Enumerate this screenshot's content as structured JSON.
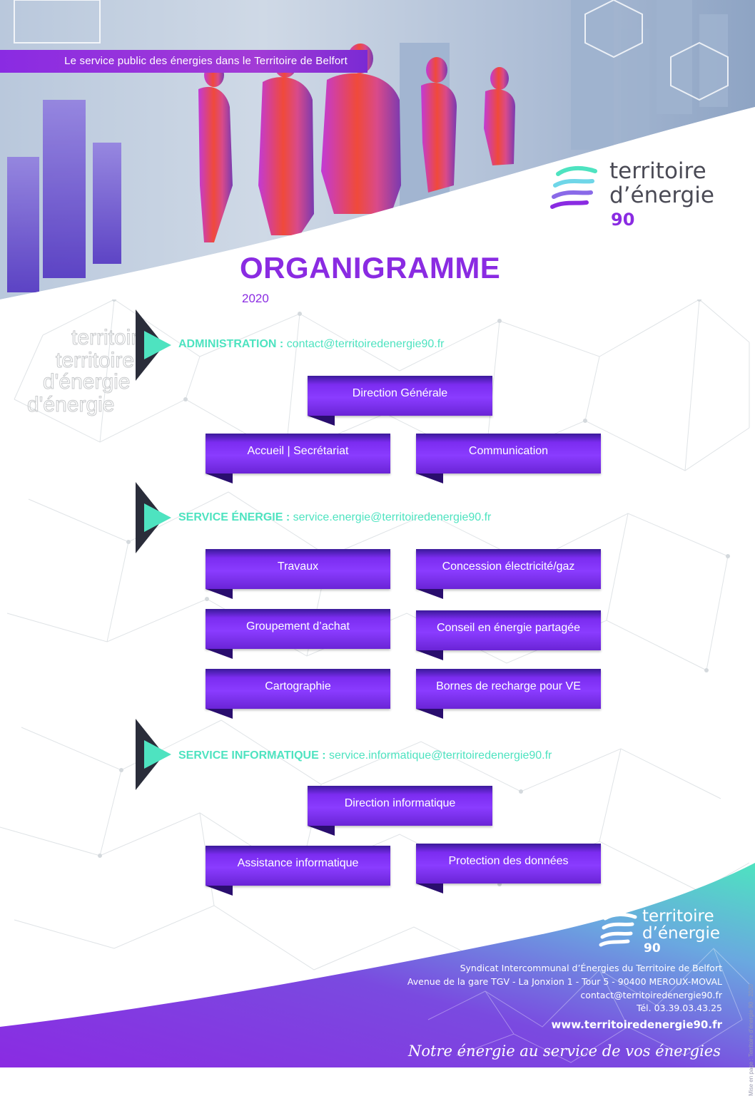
{
  "header": {
    "tagline": "Le service public des énergies dans le Territoire de Belfort"
  },
  "logo": {
    "line1": "territoire",
    "line2": "d’énergie",
    "line3": "90"
  },
  "title": "ORGANIGRAMME",
  "year": "2020",
  "sections": [
    {
      "label": "ADMINISTRATION :",
      "email": "contact@territoiredenergie90.fr",
      "boxes": [
        "Direction Générale",
        "Accueil | Secrétariat",
        "Communication"
      ]
    },
    {
      "label": "SERVICE ÉNERGIE :",
      "email": "service.energie@territoiredenergie90.fr",
      "boxes": [
        "Travaux",
        "Concession électricité/gaz",
        "Groupement d’achat",
        "Conseil en énergie partagée",
        "Cartographie",
        "Bornes de recharge pour VE"
      ]
    },
    {
      "label": "SERVICE INFORMATIQUE :",
      "email": "service.informatique@territoiredenergie90.fr",
      "boxes": [
        "Direction informatique",
        "Assistance informatique",
        "Protection des données"
      ]
    }
  ],
  "footer": {
    "logo_line1": "territoire",
    "logo_line2": "d’énergie",
    "logo_line3": "90",
    "org_name": "Syndicat Intercommunal d’Énergies du Territoire de Belfort",
    "address": "Avenue de la gare TGV - La Jonxion 1 - Tour 5 - 90400 MEROUX-MOVAL",
    "email": "contact@territoiredenergie90.fr",
    "phone": "Tél. 03.39.03.43.25",
    "website": "www.territoiredenergie90.fr",
    "slogan": "Notre énergie au service de vos énergies",
    "credit": "Mise en page : Territoire d’énergie 90 - 2020"
  },
  "colors": {
    "purple": "#8a2be2",
    "teal": "#4ee3c0",
    "dark": "#2a2a35"
  }
}
